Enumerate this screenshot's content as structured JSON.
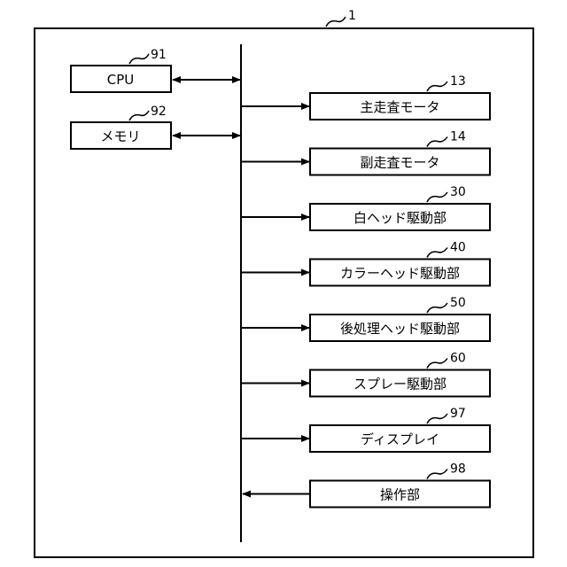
{
  "system": {
    "ref": "1"
  },
  "left_blocks": [
    {
      "ref": "91",
      "label": "CPU"
    },
    {
      "ref": "92",
      "label": "メモリ"
    }
  ],
  "right_blocks": [
    {
      "ref": "13",
      "label": "主走査モータ",
      "direction": "out"
    },
    {
      "ref": "14",
      "label": "副走査モータ",
      "direction": "out"
    },
    {
      "ref": "30",
      "label": "白ヘッド駆動部",
      "direction": "out"
    },
    {
      "ref": "40",
      "label": "カラーヘッド駆動部",
      "direction": "out"
    },
    {
      "ref": "50",
      "label": "後処理ヘッド駆動部",
      "direction": "out"
    },
    {
      "ref": "60",
      "label": "スプレー駆動部",
      "direction": "out"
    },
    {
      "ref": "97",
      "label": "ディスプレイ",
      "direction": "out"
    },
    {
      "ref": "98",
      "label": "操作部",
      "direction": "in"
    }
  ]
}
